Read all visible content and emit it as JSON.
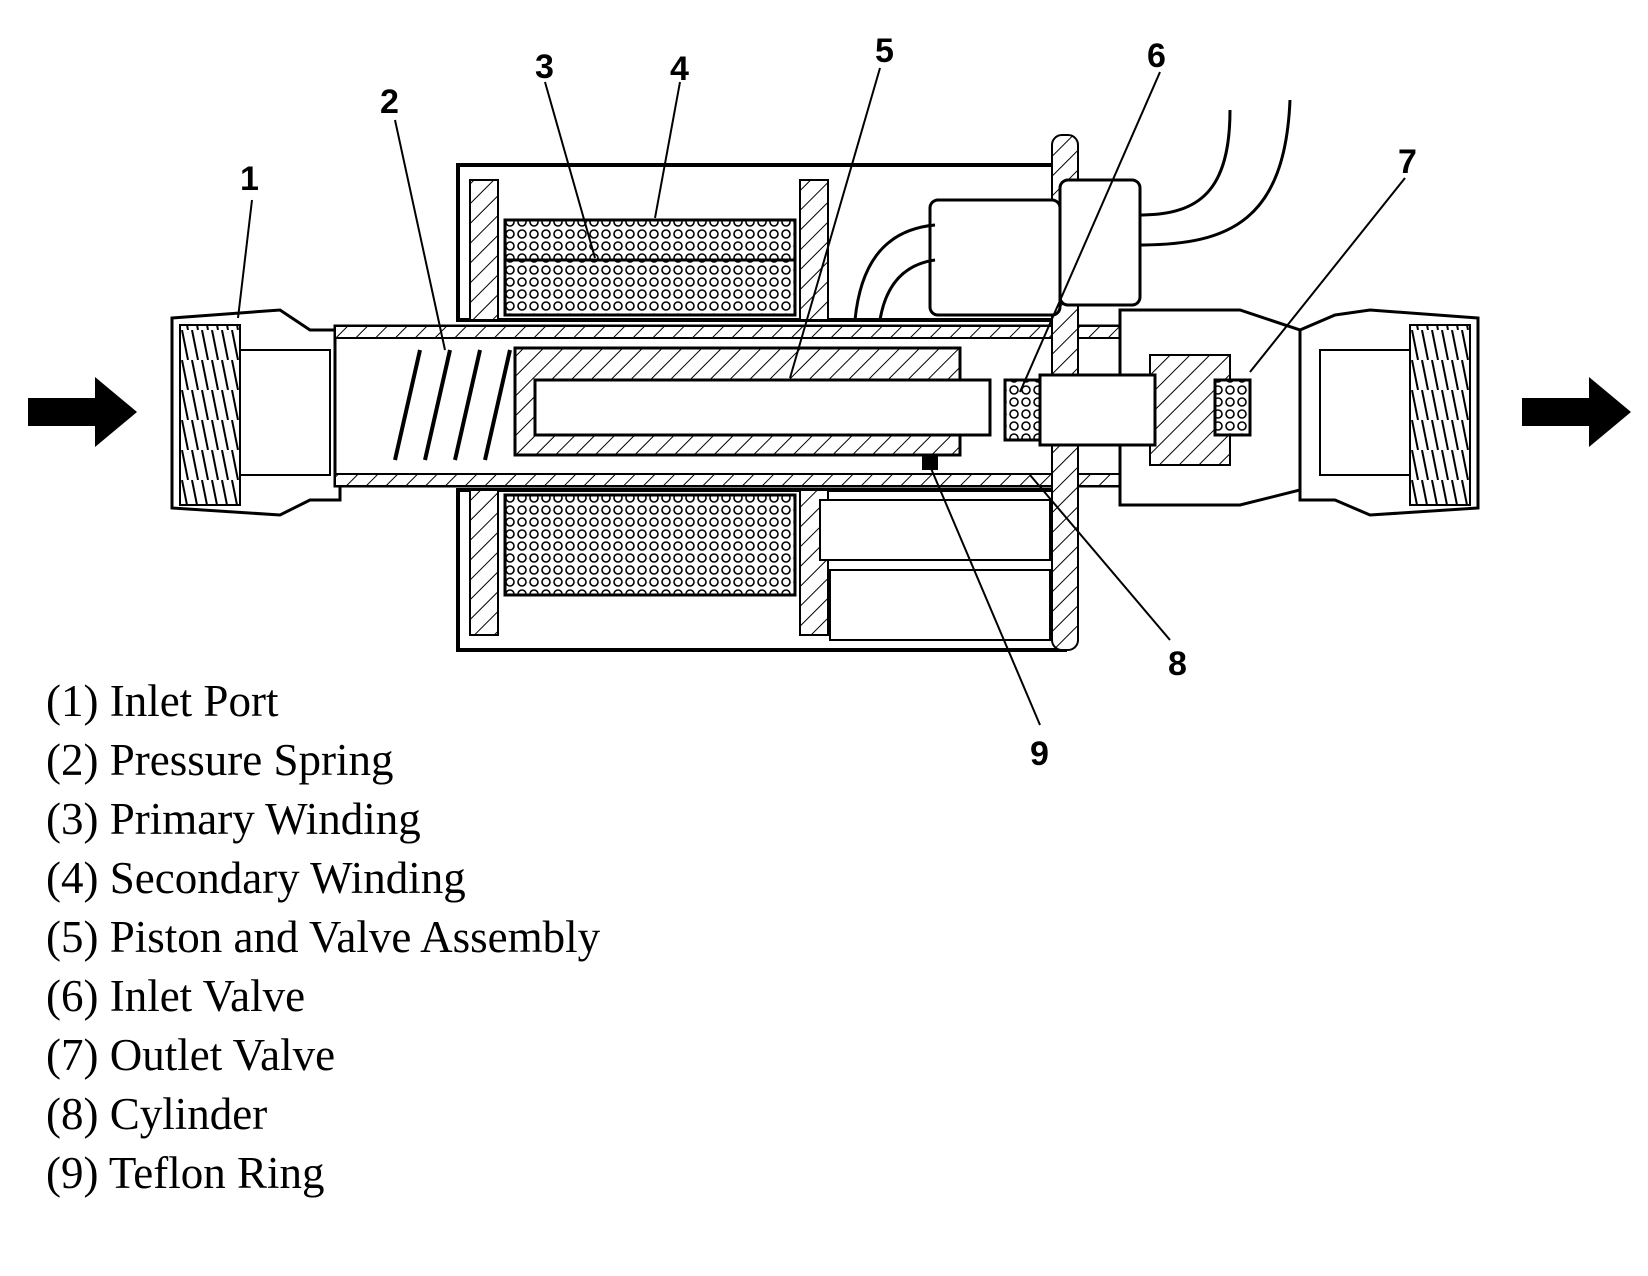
{
  "diagram": {
    "callouts": [
      "1",
      "2",
      "3",
      "4",
      "5",
      "6",
      "7",
      "8",
      "9"
    ],
    "legend": [
      "(1) Inlet Port",
      "(2) Pressure Spring",
      "(3) Primary Winding",
      "(4) Secondary Winding",
      "(5) Piston and Valve Assembly",
      "(6) Inlet Valve",
      "(7) Outlet Valve",
      "(8) Cylinder",
      "(9) Teflon Ring"
    ]
  }
}
